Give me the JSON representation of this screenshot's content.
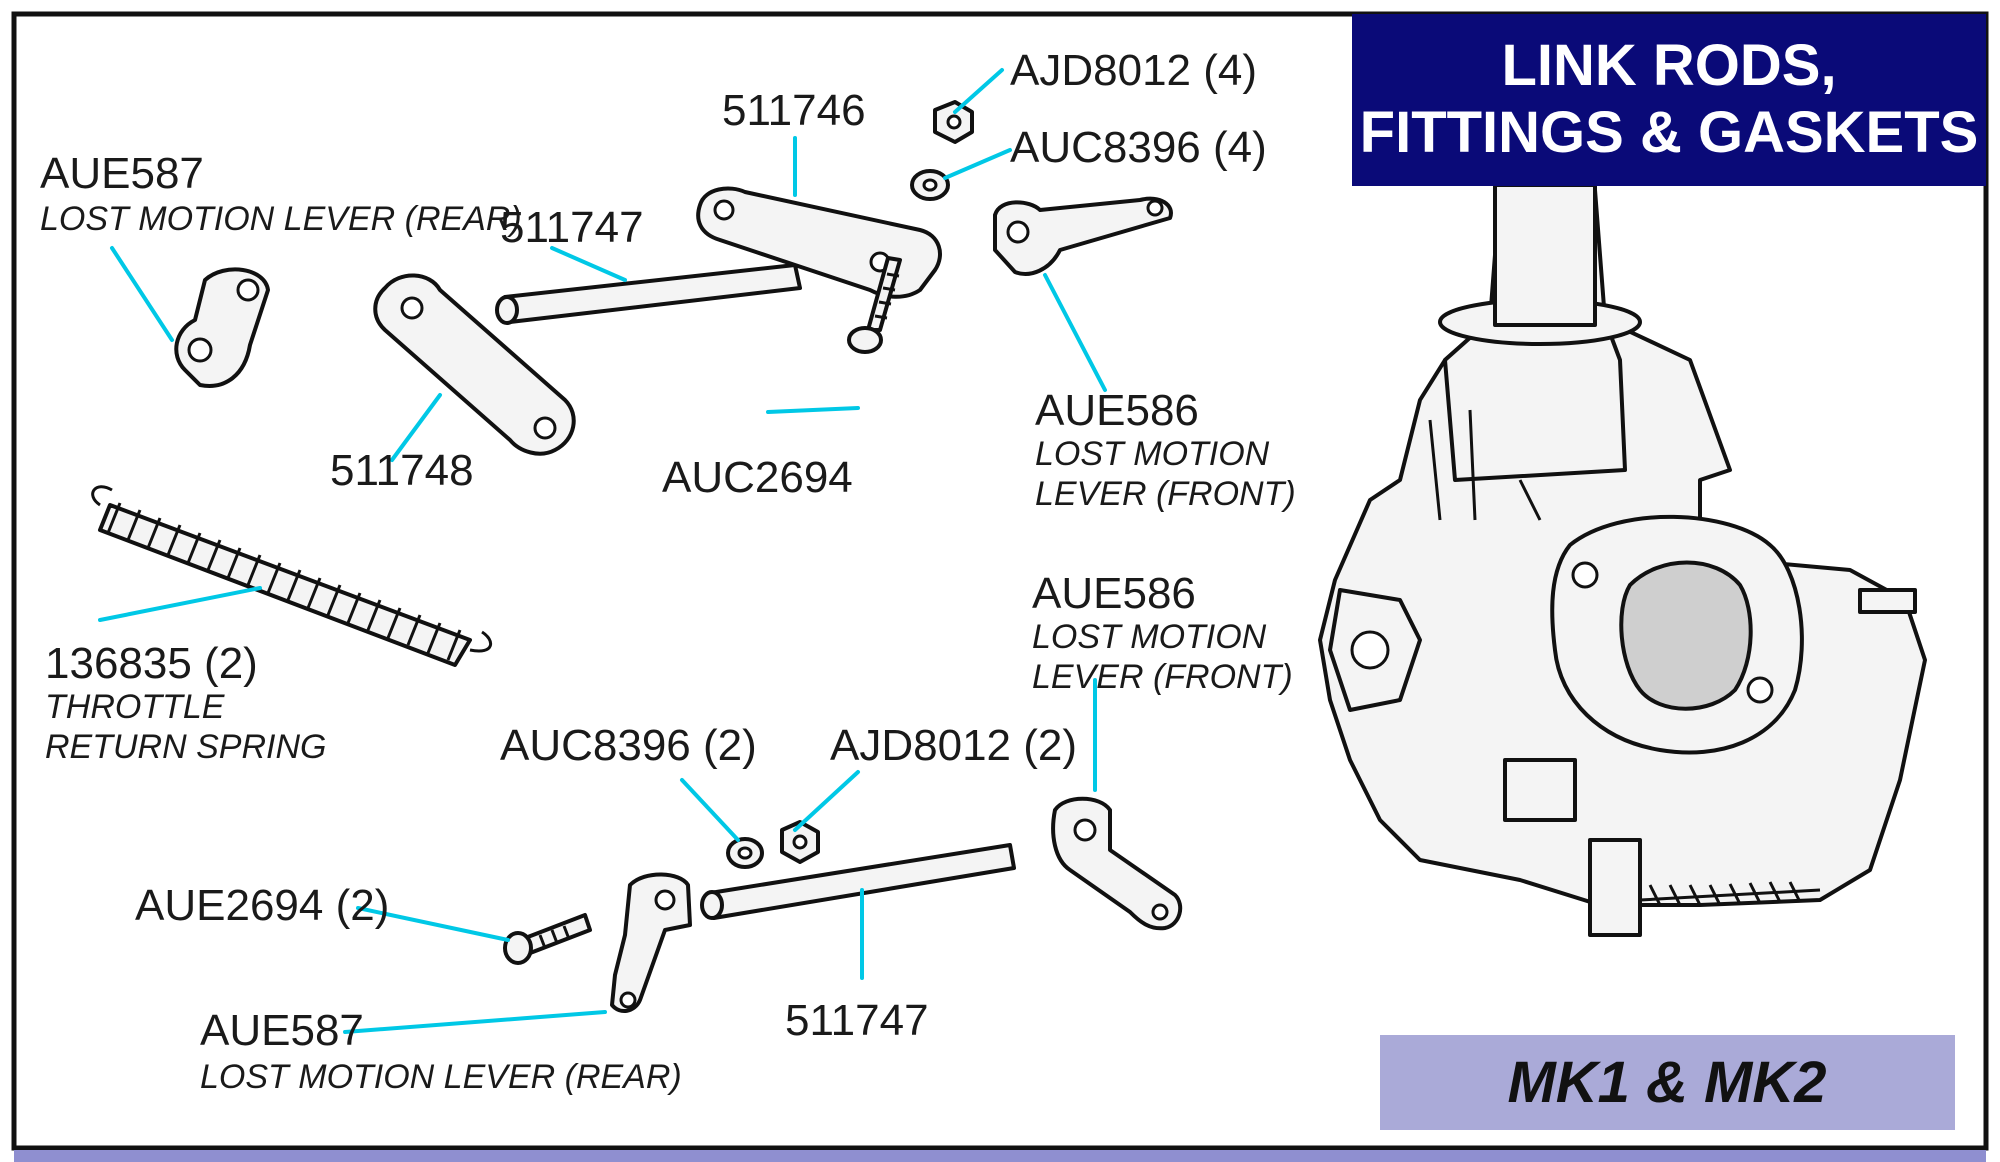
{
  "title": {
    "line1": "LINK RODS,",
    "line2": "FITTINGS & GASKETS"
  },
  "badge": "MK1 & MK2",
  "colors": {
    "title_bg": "#0a0a78",
    "title_text": "#ffffff",
    "badge_bg": "#aaaad8",
    "leader": "#00c8e6",
    "bottom_bar": "#8f8fd0"
  },
  "labels": {
    "ajd8012_4": "AJD8012 (4)",
    "auc8396_4": "AUC8396 (4)",
    "p511746": "511746",
    "aue587_top": "AUE587",
    "aue587_top_desc": "LOST MOTION LEVER (REAR)",
    "p511747_top": "511747",
    "p511748": "511748",
    "auc2694": "AUC2694",
    "aue586_top": "AUE586",
    "aue586_top_desc1": "LOST MOTION",
    "aue586_top_desc2": "LEVER (FRONT)",
    "p136835": "136835 (2)",
    "p136835_desc1": "THROTTLE",
    "p136835_desc2": "RETURN SPRING",
    "aue586_bottom": "AUE586",
    "aue586_bottom_desc1": "LOST MOTION",
    "aue586_bottom_desc2": "LEVER (FRONT)",
    "auc8396_2": "AUC8396 (2)",
    "ajd8012_2": "AJD8012 (2)",
    "aue2694_2": "AUE2694 (2)",
    "aue587_bottom": "AUE587",
    "aue587_bottom_desc": "LOST MOTION LEVER (REAR)",
    "p511747_bottom": "511747"
  }
}
